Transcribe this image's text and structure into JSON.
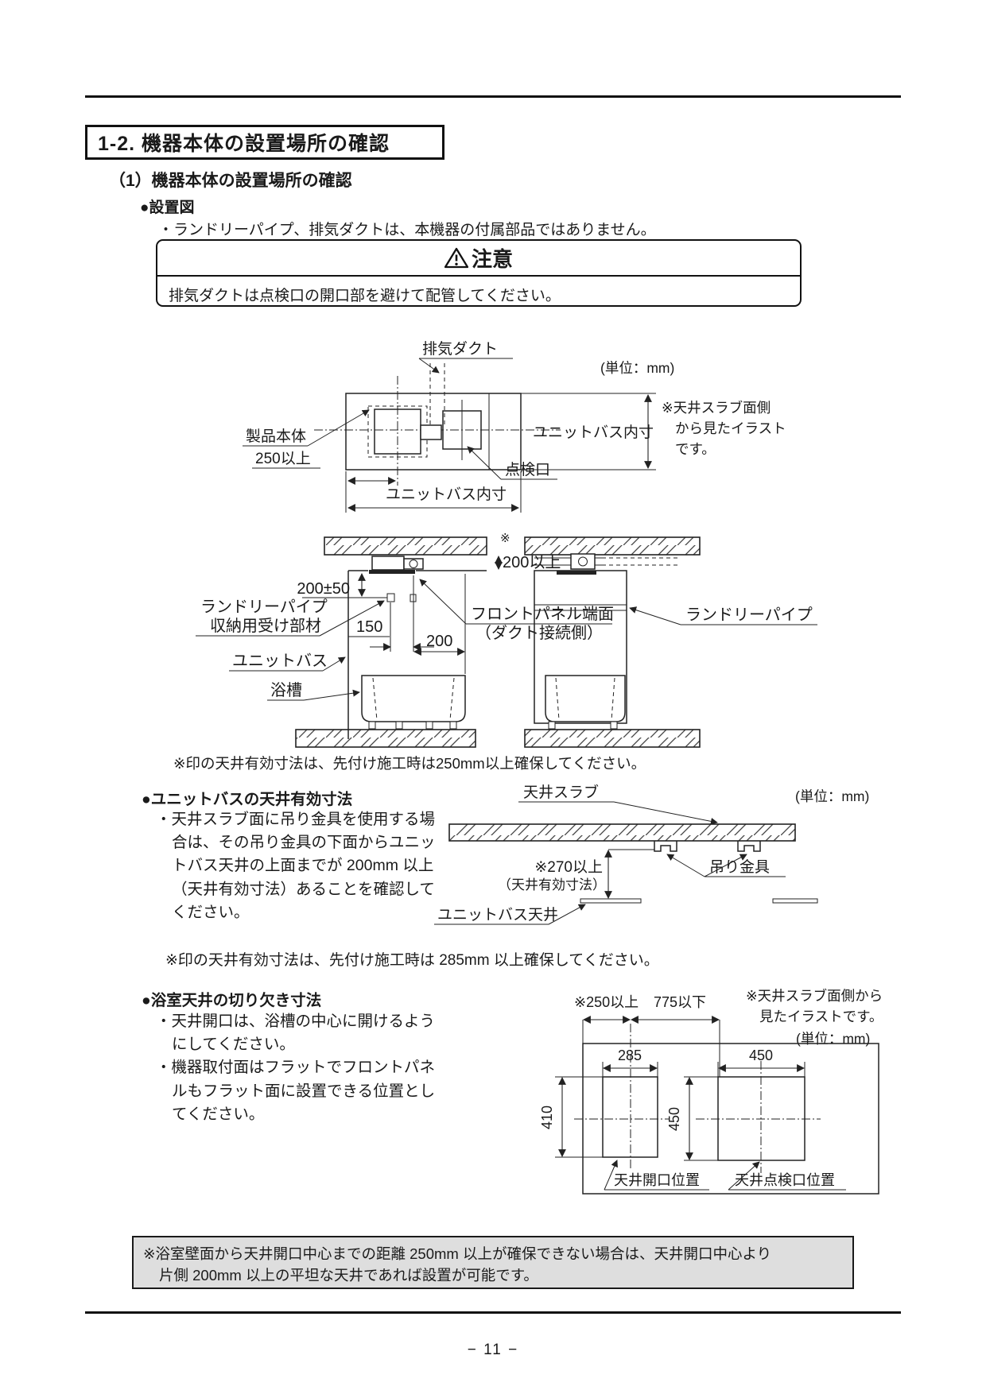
{
  "doc": {
    "page_number": "− 11 −"
  },
  "header": {
    "title": "1-2. 機器本体の設置場所の確認",
    "subtitle": "（1）機器本体の設置場所の確認"
  },
  "setup": {
    "heading": "●設置図",
    "parts_note": "・ランドリーパイプ、排気ダクトは、本機器の付属部品ではありません。",
    "caution_title": "注意",
    "caution_body": "排気ダクトは点検口の開口部を避けて配管してください。",
    "units": "(単位：mm)",
    "slab_note_1": "※天井スラブ面側",
    "slab_note_2": "から見たイラスト",
    "slab_note_3": "です。",
    "top_view": {
      "exhaust_duct": "排気ダクト",
      "product_body": "製品本体",
      "ub_inner_v": "ユニットバス内寸",
      "ub_inner_h": "ユニットバス内寸",
      "inspection_port": "点検口",
      "min_250": "250以上"
    },
    "side_view": {
      "asterisk": "※",
      "min_200": "200以上",
      "tol_200": "200±50",
      "holder_1": "ランドリーパイプ",
      "holder_2": "収納用受け部材",
      "dim_150": "150",
      "panel_1": "フロントパネル端面",
      "panel_2": "（ダクト接続側）",
      "unit_bath": "ユニットバス",
      "dim_200": "200",
      "bathtub": "浴槽",
      "laundry_pipe": "ランドリーパイプ"
    },
    "note_250": "※印の天井有効寸法は、先付け施工時は250mm以上確保してください。"
  },
  "clearance": {
    "heading": "●ユニットバスの天井有効寸法",
    "lines": [
      "・天井スラブ面に吊り金具を使用する場",
      "合は、その吊り金具の下面からユニッ",
      "トバス天井の上面までが 200mm 以上",
      "（天井有効寸法）あることを確認して",
      "ください。"
    ],
    "units": "(単位：mm)",
    "diagram": {
      "ceiling_slab": "天井スラブ",
      "min_270": "※270以上",
      "effective": "（天井有効寸法）",
      "hanger": "吊り金具",
      "ub_ceiling": "ユニットバス天井"
    },
    "note_285": "※印の天井有効寸法は、先付け施工時は 285mm 以上確保してください。"
  },
  "cutout": {
    "heading": "●浴室天井の切り欠き寸法",
    "lines": [
      "・天井開口は、浴槽の中心に開けるよう",
      "にしてください。",
      "・機器取付面はフラットでフロントパネ",
      "ルもフラット面に設置できる位置とし",
      "てください。"
    ],
    "slab_note_1": "※天井スラブ面側から",
    "slab_note_2": "見たイラストです。",
    "units": "(単位：mm)",
    "diagram": {
      "min_250": "※250以上",
      "max_775": "775以下",
      "w_285": "285",
      "w_450": "450",
      "h_410": "410",
      "h_450": "450",
      "opening": "天井開口位置",
      "inspection": "天井点検口位置"
    }
  },
  "footer": {
    "note_1": "※浴室壁面から天井開口中心までの距離 250mm 以上が確保できない場合は、天井開口中心より",
    "note_2": "片側 200mm 以上の平坦な天井であれば設置が可能です。"
  }
}
